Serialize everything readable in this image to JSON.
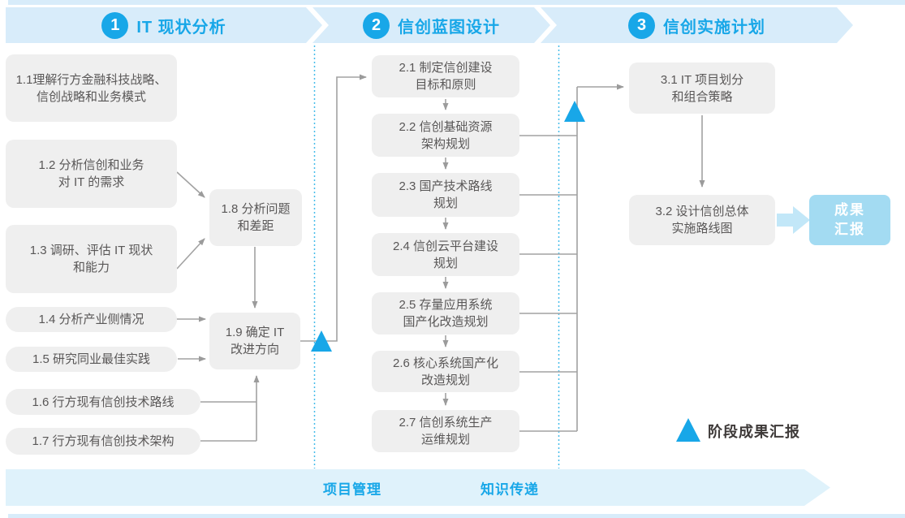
{
  "phases": [
    {
      "num": "1",
      "title": "IT 现状分析"
    },
    {
      "num": "2",
      "title": "信创蓝图设计"
    },
    {
      "num": "3",
      "title": "信创实施计划"
    }
  ],
  "p1": {
    "s11": "1.1理解行方金融科技战略、\n信创战略和业务模式",
    "s12": "1.2 分析信创和业务\n对 IT 的需求",
    "s13": "1.3 调研、评估 IT 现状\n和能力",
    "s14": "1.4 分析产业侧情况",
    "s15": "1.5 研究同业最佳实践",
    "s16": "1.6 行方现有信创技术路线",
    "s17": "1.7 行方现有信创技术架构",
    "s18": "1.8 分析问题\n和差距",
    "s19": "1.9 确定 IT\n改进方向"
  },
  "p2": {
    "s21": "2.1 制定信创建设\n目标和原则",
    "s22": "2.2 信创基础资源\n架构规划",
    "s23": "2.3 国产技术路线\n规划",
    "s24": "2.4 信创云平台建设\n规划",
    "s25": "2.5 存量应用系统\n国产化改造规划",
    "s26": "2.6 核心系统国产化\n改造规划",
    "s27": "2.7 信创系统生产\n运维规划"
  },
  "p3": {
    "s31": "3.1 IT 项目划分\n和组合策略",
    "s32": "3.2 设计信创总体\n实施路线图"
  },
  "result_box": "成果\n汇报",
  "legend": {
    "label": "阶段成果汇报"
  },
  "bottom_bar": {
    "left": "项目管理",
    "right": "知识传递"
  },
  "colors": {
    "accent": "#18A7E8",
    "phase_band": "#D8ECFA",
    "bottom_band": "#DFF2FB",
    "step_box": "#EFEFEF",
    "step_text": "#595757",
    "connector": "#A2A2A2",
    "result_box": "#A3DBF2",
    "block_arrow": "#C2E7F8"
  }
}
